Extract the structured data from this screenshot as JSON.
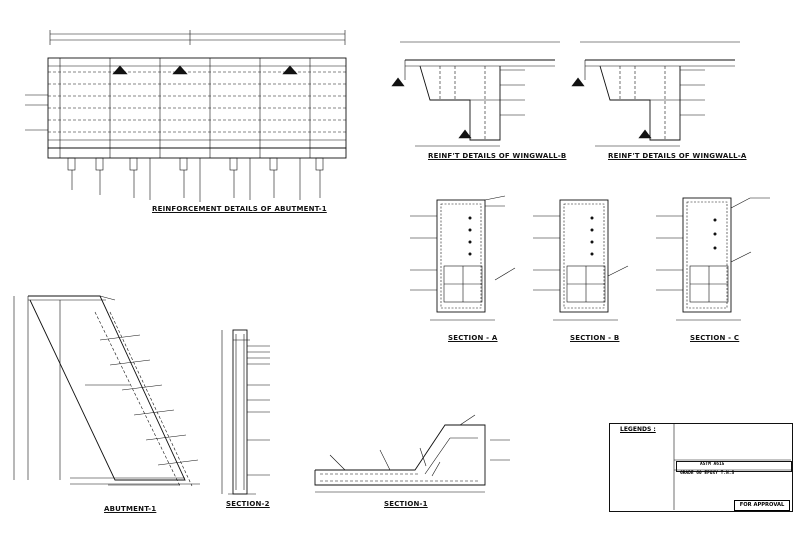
{
  "titles": {
    "abutment_reinf": "REINFORCEMENT DETAILS OF ABUTMENT-1",
    "wingwall_b": "REINF'T DETAILS OF WINGWALL-B",
    "wingwall_a": "REINF'T DETAILS OF WINGWALL-A",
    "section_a": "SECTION - A",
    "section_b": "SECTION - B",
    "section_c": "SECTION - C",
    "abutment_1": "ABUTMENT-1",
    "section_2": "SECTION-2",
    "section_1": "SECTION-1"
  },
  "legend": {
    "title": "LEGENDS :",
    "approval": "FOR APPROVAL",
    "grade_line1": "ASTM A615",
    "grade_line2": "GRADE 60 EPOXY T.N.S"
  }
}
